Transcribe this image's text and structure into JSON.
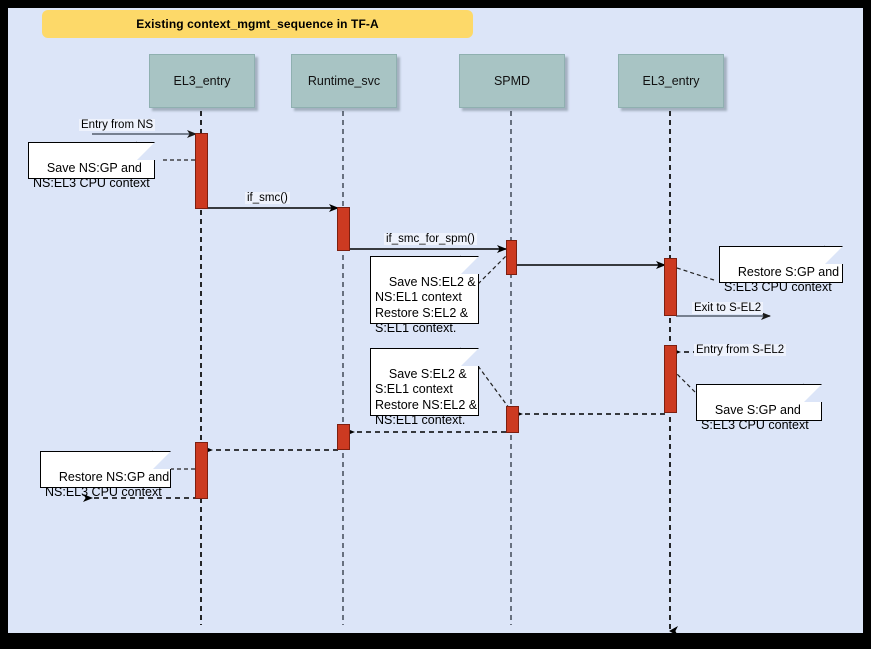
{
  "diagram": {
    "title": "Existing context_mgmt_sequence in TF-A",
    "type": "uml-sequence-diagram",
    "colors": {
      "background": "#dce5f8",
      "title_banner": "#fdd969",
      "participant_box": "#a8c4c4",
      "activation_bar": "#cc3a21",
      "note_fill": "#ffffff",
      "page_border": "#000000"
    },
    "participants": [
      {
        "id": "el3_entry_ns",
        "label": "EL3_entry"
      },
      {
        "id": "runtime_svc",
        "label": "Runtime_svc"
      },
      {
        "id": "spmd",
        "label": "SPMD"
      },
      {
        "id": "el3_entry_s",
        "label": "EL3_entry"
      }
    ],
    "messages": [
      {
        "id": "m1",
        "label": "Entry from NS",
        "style": "solid",
        "color": "#555f6d"
      },
      {
        "id": "m2",
        "label": "if_smc()",
        "style": "solid",
        "color": "#000000"
      },
      {
        "id": "m3",
        "label": "if_smc_for_spm()",
        "style": "solid",
        "color": "#000000"
      },
      {
        "id": "m4",
        "label": "",
        "style": "solid",
        "color": "#000000"
      },
      {
        "id": "m5",
        "label": "Exit to S-EL2",
        "style": "solid",
        "color": "#555f6d"
      },
      {
        "id": "m6",
        "label": "Entry from S-EL2",
        "style": "dashed",
        "color": "#000000"
      },
      {
        "id": "m7",
        "label": "",
        "style": "dashed",
        "color": "#000000"
      },
      {
        "id": "m8",
        "label": "",
        "style": "dashed",
        "color": "#000000"
      },
      {
        "id": "m9",
        "label": "",
        "style": "dashed",
        "color": "#000000"
      },
      {
        "id": "m10",
        "label": "",
        "style": "dashed",
        "color": "#000000"
      }
    ],
    "notes": [
      {
        "id": "n1",
        "text": "Save NS:GP and\nNS:EL3 CPU context"
      },
      {
        "id": "n2",
        "text": "Save NS:EL2 &\nNS:EL1 context\nRestore S:EL2 &\nS:EL1 context."
      },
      {
        "id": "n3",
        "text": "Restore S:GP and\nS:EL3 CPU context"
      },
      {
        "id": "n4",
        "text": "Save S:EL2 &\nS:EL1 context\nRestore NS:EL2 &\nNS:EL1 context."
      },
      {
        "id": "n5",
        "text": "Save S:GP and\nS:EL3 CPU context"
      },
      {
        "id": "n6",
        "text": "Restore NS:GP and\nNS:EL3 CPU context"
      }
    ]
  }
}
